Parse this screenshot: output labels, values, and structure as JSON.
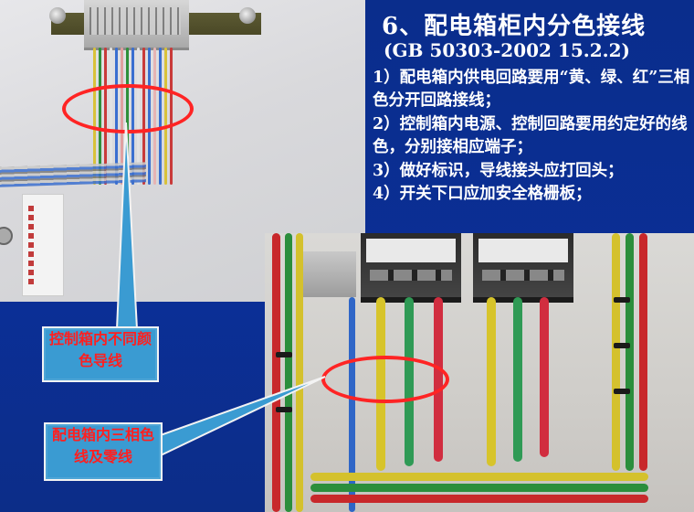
{
  "slide": {
    "title": "6、配电箱柜内分色接线",
    "standard_ref": "(GB  50303-2002  15.2.2)",
    "items": [
      "1）配电箱内供电回路要用“黄、绿、红”三相色分开回路接线；",
      "2）控制箱内电源、控制回路要用约定好的线色，分别接相应端子；",
      "3）做好标识，导线接头应打回头；",
      "4）开关下口应加安全格栅板；"
    ]
  },
  "callouts": {
    "top": "控制箱内不同颜色导线",
    "bottom": "配电箱内三相色线及零线"
  },
  "colors": {
    "background": "#0b2f96",
    "callout_fill": "#3a9bd2",
    "callout_text": "#ff1f1f",
    "highlight_ellipse": "#ff2424",
    "text": "#ffffff"
  },
  "photos": {
    "top_left": "control-box-terminal-wiring-photo",
    "bottom_right": "distribution-box-phase-color-wiring-photo"
  }
}
